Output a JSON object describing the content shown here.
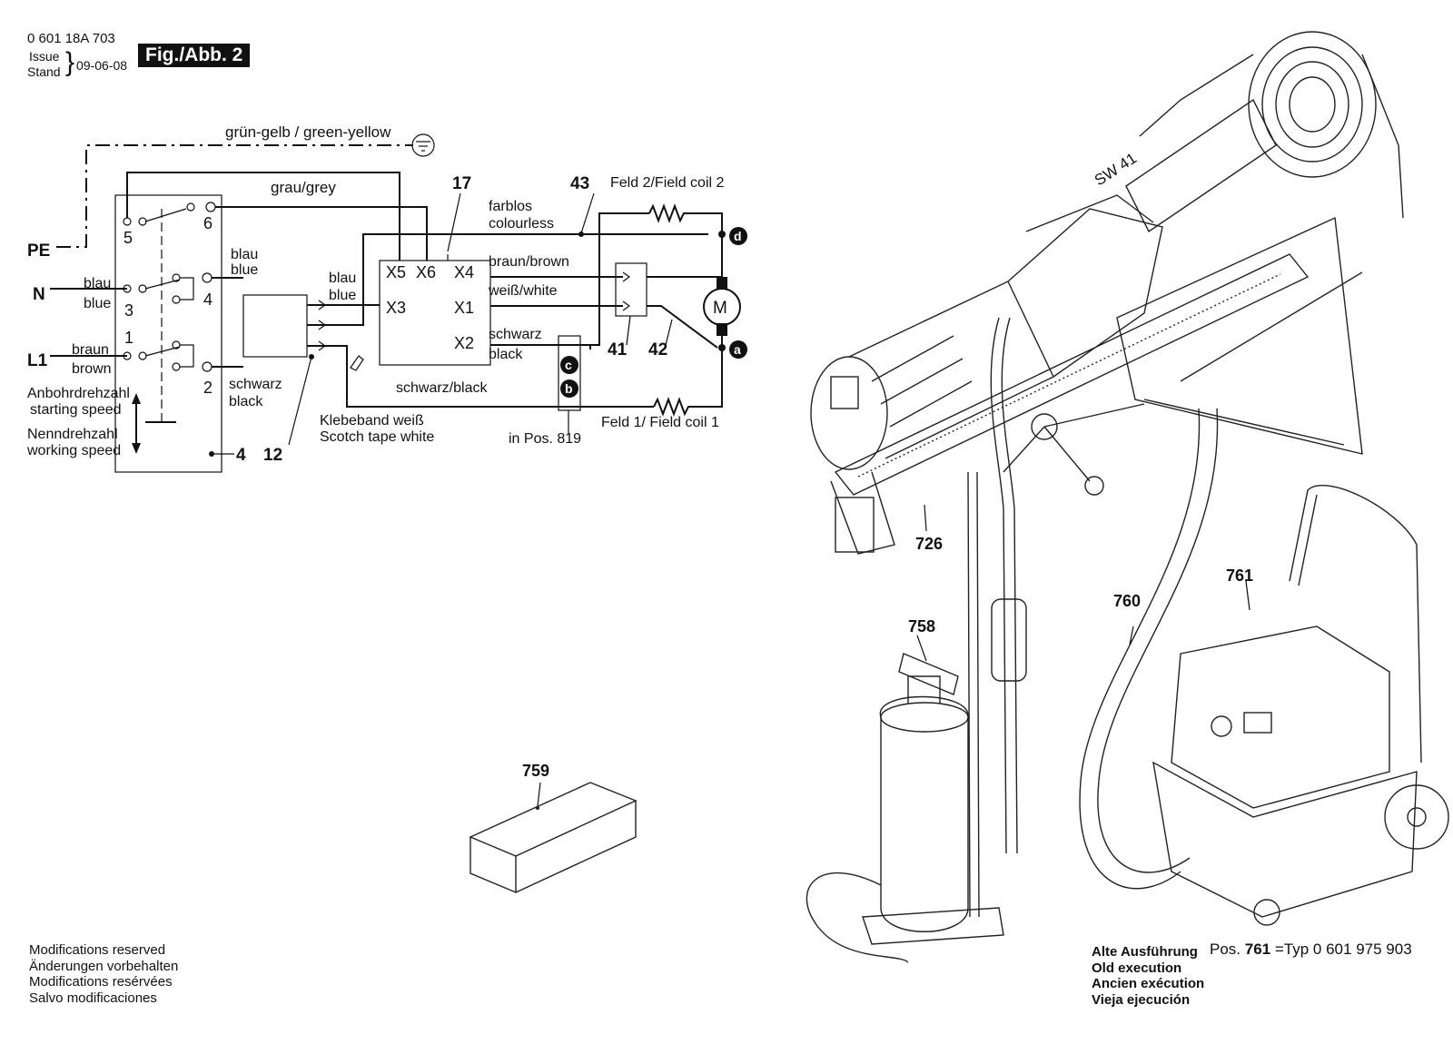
{
  "header": {
    "part_number": "0 601 18A 703",
    "issue_label": "Issue",
    "stand_label": "Stand",
    "date": "09-06-08",
    "figure": "Fig./Abb. 2"
  },
  "schematic": {
    "ground_wire": "grün-gelb / green-yellow",
    "grey_wire": "grau/grey",
    "pe": "PE",
    "n": "N",
    "l1": "L1",
    "blau_1": "blau",
    "blue_1": "blue",
    "blau_2": "blau",
    "blue_2": "blue",
    "blau_3": "blau",
    "blue_3": "blue",
    "braun": "braun",
    "brown": "brown",
    "schwarz": "schwarz",
    "black": "black",
    "sw_5": "5",
    "sw_6": "6",
    "sw_3": "3",
    "sw_4": "4",
    "sw_1": "1",
    "sw_2": "2",
    "starting_de": "Anbohrdrehzahl",
    "starting_en": "starting speed",
    "working_de": "Nenndrehzahl",
    "working_en": "working speed",
    "ref_4": "4",
    "ref_12": "12",
    "ref_17": "17",
    "ref_43": "43",
    "ref_41": "41",
    "ref_42": "42",
    "x5": "X5",
    "x6": "X6",
    "x4": "X4",
    "x3": "X3",
    "x1": "X1",
    "x2": "X2",
    "farblos": "farblos",
    "colourless": "colourless",
    "braun_brown": "braun/brown",
    "weiss_white": "weiß/white",
    "schwarz_x2": "schwarz",
    "black_x2": "black",
    "schwarz_black": "schwarz/black",
    "tape_de": "Klebeband weiß",
    "tape_en": "Scotch tape white",
    "in_pos": "in Pos. 819",
    "field2": "Feld 2/Field coil 2",
    "field1": "Feld 1/ Field coil 1",
    "motor": "M",
    "term_a": "a",
    "term_b": "b",
    "term_c": "c",
    "term_d": "d"
  },
  "parts": {
    "sw41": "SW 41",
    "p726": "726",
    "p758": "758",
    "p759": "759",
    "p760": "760",
    "p761": "761"
  },
  "notes": {
    "en": "Modifications reserved",
    "de": "Änderungen vorbehalten",
    "fr": "Modifications resérvées",
    "es": "Salvo modificaciones"
  },
  "old_execution": {
    "de": "Alte Ausführung",
    "en": "Old execution",
    "fr": "Ancien exécution",
    "es": "Vieja ejecución",
    "pos_label": "Pos.",
    "pos_number": "761",
    "typ": "=Typ 0 601 975 903"
  }
}
